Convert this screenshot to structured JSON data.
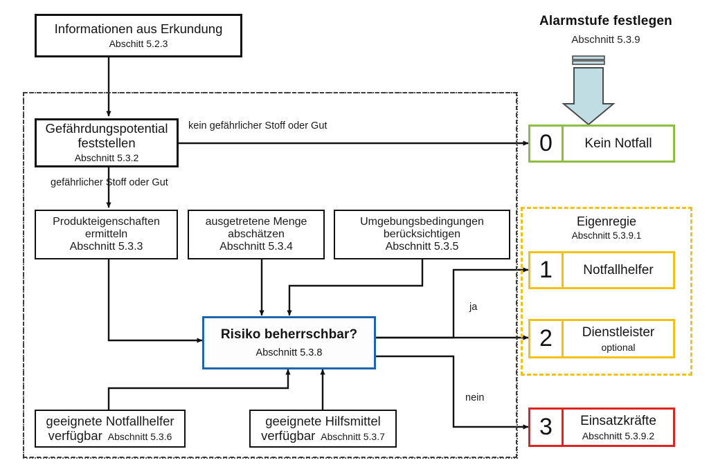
{
  "header": {
    "title": "Alarmstufe festlegen",
    "subtitle": "Abschnitt 5.3.9",
    "arrow_icon": "down-arrow-icon"
  },
  "nodes": {
    "info": {
      "title": "Informationen aus Erkundung",
      "subtitle": "Abschitt 5.2.3"
    },
    "gefaehrdung": {
      "title": "Gefährdungspotential",
      "title2": "feststellen",
      "subtitle": "Abschnitt 5.3.2"
    },
    "produkt": {
      "title": "Produkteigenschaften",
      "title2": "ermitteln",
      "subtitle": "Abschnitt 5.3.3"
    },
    "menge": {
      "title": "ausgetretene Menge",
      "title2": "abschätzen",
      "subtitle": "Abschnitt 5.3.4"
    },
    "umgebung": {
      "title": "Umgebungsbedingungen",
      "title2": "berücksichtigen",
      "subtitle": "Abschnitt 5.3.5"
    },
    "risiko": {
      "title": "Risiko beherrschbar?",
      "subtitle": "Abschnitt  5.3.8"
    },
    "notfallhelfer_verfuegbar": {
      "line1": "geeignete Notfallhelfer",
      "line2": "verfügbar",
      "subtitle": "Abschnitt 5.3.6"
    },
    "hilfsmittel_verfuegbar": {
      "line1": "geeignete Hilfsmittel",
      "line2": "verfügbar",
      "subtitle": "Abschnitt 5.3.7"
    }
  },
  "edge_labels": {
    "no_hazard": "kein gefährlicher Stoff oder Gut",
    "hazard": "gefährlicher Stoff oder Gut",
    "yes": "ja",
    "no": "nein"
  },
  "eigenregie": {
    "title": "Eigenregie",
    "subtitle": "Abschnitt 5.3.9.1"
  },
  "results": [
    {
      "number": "0",
      "title": "Kein Notfall",
      "subtitle": "",
      "color": "#8CBE3F"
    },
    {
      "number": "1",
      "title": "Notfallhelfer",
      "subtitle": "",
      "color": "#F4C10F"
    },
    {
      "number": "2",
      "title": "Dienstleister",
      "subtitle": "optional",
      "color": "#F4C10F"
    },
    {
      "number": "3",
      "title": "Einsatzkräfte",
      "subtitle": "Abschnitt 5.3.9.2",
      "color": "#E1231F"
    }
  ],
  "colors": {
    "line": "#111111",
    "decision_border": "#1F65AE",
    "container_border": "#3b3b3b",
    "arrow_fill": "#BFDDE3",
    "arrow_stroke": "#4a4a4a"
  }
}
